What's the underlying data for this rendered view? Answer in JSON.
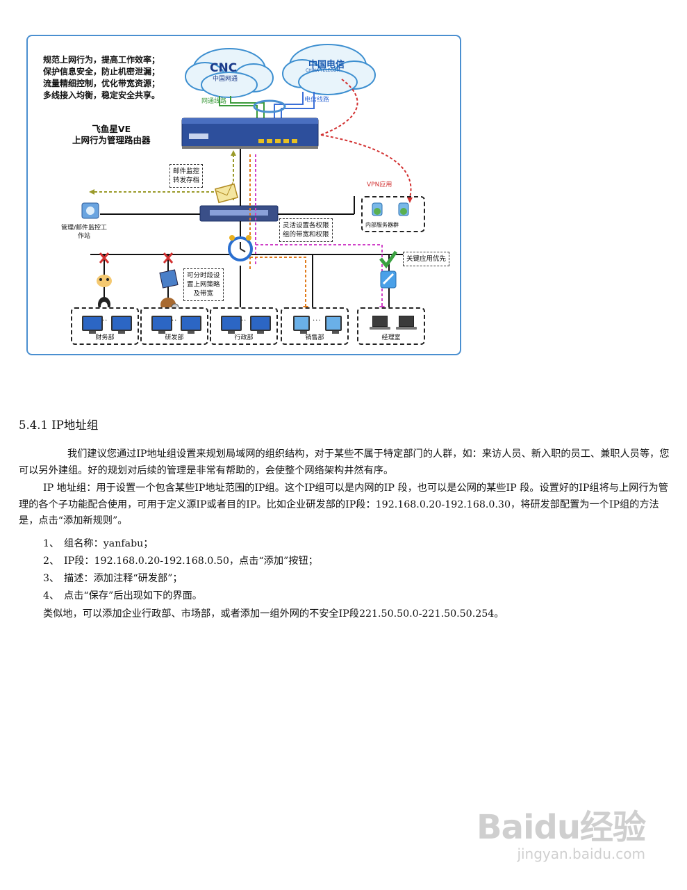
{
  "diagram": {
    "slogan": [
      "规范上网行为，提高工作效率；",
      "保护信息安全，防止机密泄漏；",
      "流量精细控制，优化带宽资源；",
      "多线接入均衡，稳定安全共享。"
    ],
    "isp_left": {
      "logo": "CNC",
      "sub": "中国网通"
    },
    "isp_right": {
      "logo": "中国电信",
      "sub": "CHINA TELECOM"
    },
    "line_left": "网通线路",
    "line_right": "电信线路",
    "router_title": [
      "飞鱼星VE",
      "上网行为管理路由器"
    ],
    "mail_bubble": [
      "邮件监控",
      "转发存档"
    ],
    "vpn_label": "VPN应用",
    "server_group": "内部服务器群",
    "workstation": [
      "管理/邮件监控工",
      "作站"
    ],
    "bandwidth_bubble": [
      "灵活设置各权限",
      "组的带宽和权限"
    ],
    "schedule_bubble": [
      "可分时段设",
      "置上网策略",
      "及带宽"
    ],
    "priority_bubble": "关键应用优先",
    "departments": [
      "财务部",
      "研发部",
      "行政部",
      "销售部",
      "经理室"
    ],
    "colors": {
      "frame": "#4a8fd0",
      "green": "#3a9a3a",
      "blue": "#3a6fd8",
      "red": "#d23030",
      "orange": "#e07a1a",
      "magenta": "#d040c8",
      "olive": "#9a9a2a"
    }
  },
  "heading": "5.4.1 IP地址组",
  "para1": "我们建议您通过IP地址组设置来规划局域网的组织结构，对于某些不属于特定部门的人群，如：来访人员、新入职的员工、兼职人员等，您可以另外建组。好的规划对后续的管理是非常有帮助的，会使整个网络架构井然有序。",
  "para2": "IP 地址组：用于设置一个包含某些IP地址范围的IP组。这个IP组可以是内网的IP 段，也可以是公网的某些IP 段。设置好的IP组将与上网行为管理的各个子功能配合使用，可用于定义源IP或者目的IP。比如企业研发部的IP段：192.168.0.20-192.168.0.30，将研发部配置为一个IP组的方法是，点击“添加新规则”。",
  "steps": [
    {
      "num": "1、",
      "text": "组名称：yanfabu；"
    },
    {
      "num": "2、",
      "text": "IP段：192.168.0.20-192.168.0.50，点击“添加”按钮；"
    },
    {
      "num": "3、",
      "text": "描述：添加注释“研发部”；"
    },
    {
      "num": "4、",
      "text": "点击“保存”后出现如下的界面。"
    }
  ],
  "tail": "类似地，可以添加企业行政部、市场部，或者添加一组外网的不安全IP段221.50.50.0-221.50.50.254。",
  "watermark": {
    "brand": "Baidu经验",
    "url": "jingyan.baidu.com"
  }
}
